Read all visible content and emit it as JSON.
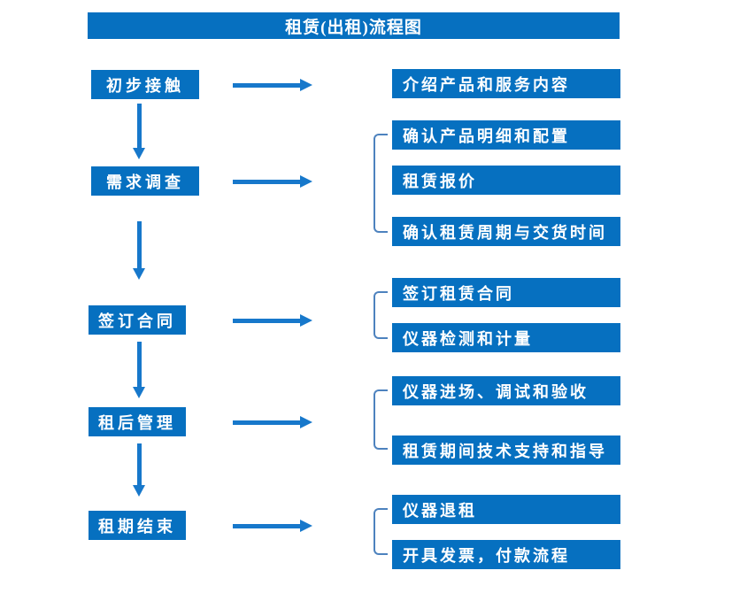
{
  "title": "租赁(出租)流程图",
  "colors": {
    "box_blue": "#0670C0",
    "arrow_blue": "#1778CB",
    "bracket_blue": "#4D82BE",
    "text_white": "#FFFFFF",
    "background": "#FFFFFF"
  },
  "flow": {
    "stages": [
      {
        "label": "初步接触",
        "outputs": [
          "介绍产品和服务内容"
        ]
      },
      {
        "label": "需求调查",
        "outputs": [
          "确认产品明细和配置",
          "租赁报价",
          "确认租赁周期与交货时间"
        ]
      },
      {
        "label": "签订合同",
        "outputs": [
          "签订租赁合同",
          "仪器检测和计量"
        ]
      },
      {
        "label": "租后管理",
        "outputs": [
          "仪器进场、调试和验收",
          "租赁期间技术支持和指导"
        ]
      },
      {
        "label": "租期结束",
        "outputs": [
          "仪器退租",
          "开具发票，付款流程"
        ]
      }
    ]
  }
}
